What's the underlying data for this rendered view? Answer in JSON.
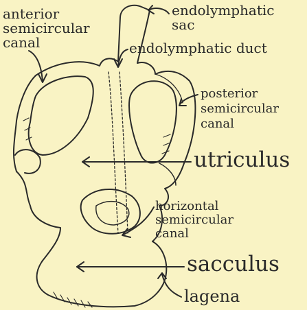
{
  "labels": {
    "anterior": [
      "anterior",
      "semicircular",
      "canal"
    ],
    "endolymphatic_sac": [
      "endolymphatic",
      "sac"
    ],
    "endolymphatic_duct": "endolymphatic duct",
    "posterior": [
      "posterior",
      "semicircular",
      "canal"
    ],
    "utriculus": "utriculus",
    "horizontal": [
      "horizontal",
      "semicircular",
      "canal"
    ],
    "sacculus": "sacculus",
    "lagena": "lagena"
  },
  "colors": {
    "background": "#f9f3c4",
    "ink": "#2a2a2a"
  }
}
